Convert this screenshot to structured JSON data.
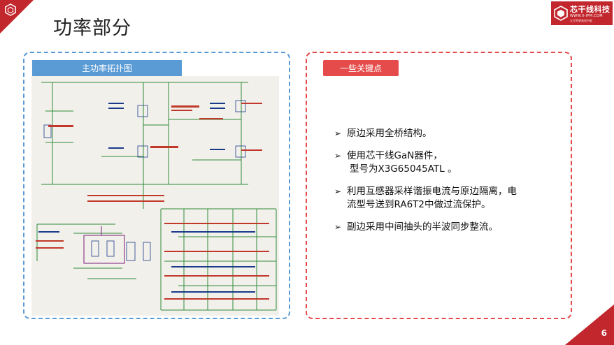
{
  "slide": {
    "title": "功率部分",
    "page_number": "6"
  },
  "logo": {
    "name": "芯干线科技",
    "url": "WWW.X-IPM.COM",
    "tagline": "让世界更高效节能"
  },
  "left_panel": {
    "tag": "主功率拓扑图"
  },
  "right_panel": {
    "tag": "一些关键点",
    "bullet_glyph": "➢",
    "points": [
      {
        "lines": [
          "原边采用全桥结构。"
        ]
      },
      {
        "lines": [
          "使用芯干线GaN器件，",
          "型号为X3G65045ATL 。"
        ]
      },
      {
        "lines": [
          "利用互感器采样谐振电流与原边隔离，电",
          "流型号送到RA6T2中做过流保护。"
        ]
      },
      {
        "lines": [
          "副边采用中间抽头的半波同步整流。"
        ]
      }
    ]
  },
  "colors": {
    "brand_red": "#c1272d",
    "left_accent": "#5b9bd5",
    "right_accent": "#e54b4b"
  }
}
